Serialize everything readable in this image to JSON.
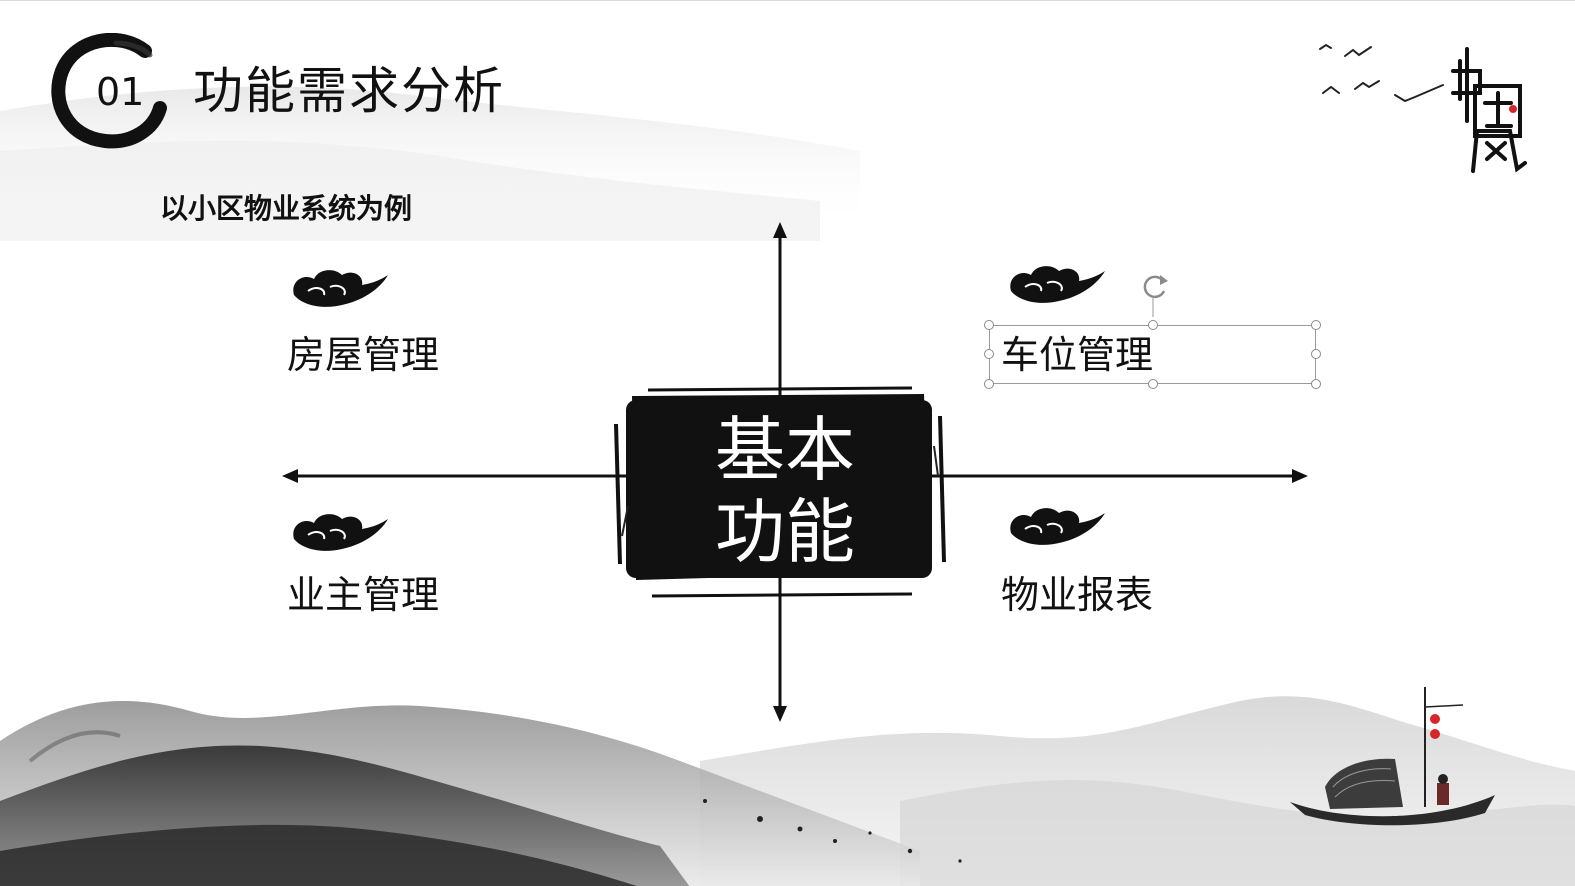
{
  "header": {
    "section_number": "01",
    "title": "功能需求分析"
  },
  "subtitle": "以小区物业系统为例",
  "center": {
    "line1": "基本",
    "line2": "功能"
  },
  "quadrants": {
    "top_left": "房屋管理",
    "top_right": "车位管理",
    "bottom_left": "业主管理",
    "bottom_right": "物业报表"
  },
  "decorations": {
    "ink_circle": "ink-circle-icon",
    "cloud": "auspicious-cloud-icon",
    "logo_calligraphy": "中国风",
    "accent_color": "#d6262b",
    "ink_color": "#111111"
  }
}
